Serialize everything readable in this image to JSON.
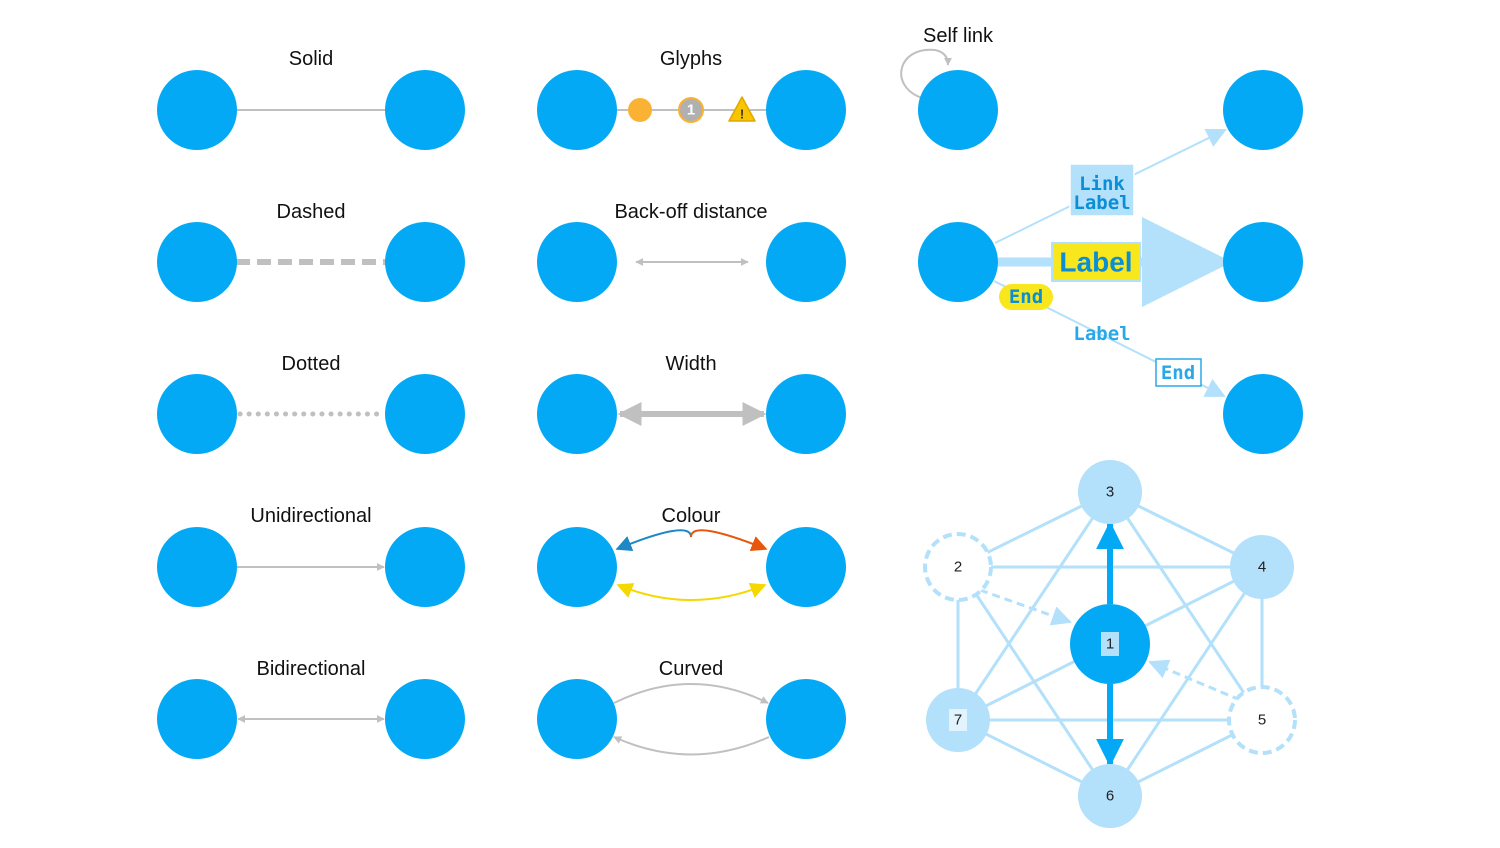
{
  "colors": {
    "node": "#03a9f4",
    "link": "#c0c0c0",
    "light_link": "#b3e0fa",
    "light_node": "#b3e0fa",
    "label_yellow": "#f8e71c",
    "label_blue_text": "#0b8ed6",
    "glyph_orange": "#f9b233",
    "colour_blue": "#1e88c7",
    "colour_orange": "#e8560c",
    "colour_yellow": "#f5d800"
  },
  "captions": {
    "solid": "Solid",
    "dashed": "Dashed",
    "dotted": "Dotted",
    "unidirectional": "Unidirectional",
    "bidirectional": "Bidirectional",
    "glyphs": "Glyphs",
    "backoff": "Back-off distance",
    "width": "Width",
    "colour": "Colour",
    "curved": "Curved",
    "self_link": "Self link"
  },
  "glyphs": {
    "number_glyph": "1",
    "warning_glyph": "!"
  },
  "labels": {
    "link_label_line1": "Link",
    "link_label_line2": "Label",
    "center_label": "Label",
    "end_label_yellow": "End",
    "mono_label": "Label",
    "end_label_box": "End"
  },
  "network": {
    "nodes": [
      {
        "id": "1",
        "label": "1"
      },
      {
        "id": "2",
        "label": "2"
      },
      {
        "id": "3",
        "label": "3"
      },
      {
        "id": "4",
        "label": "4"
      },
      {
        "id": "5",
        "label": "5"
      },
      {
        "id": "6",
        "label": "6"
      },
      {
        "id": "7",
        "label": "7"
      }
    ]
  }
}
